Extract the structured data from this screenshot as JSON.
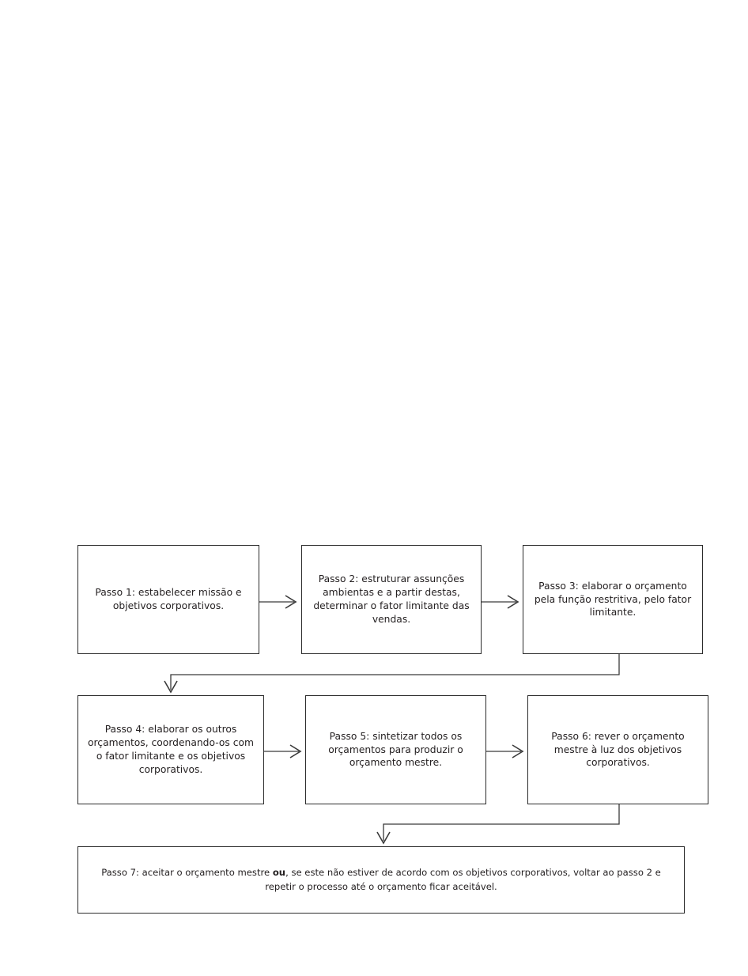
{
  "diagram": {
    "type": "flowchart",
    "orientation": "left-to-right, serpentine",
    "background_color": "#ffffff",
    "box_border_color": "#2b2b2b",
    "connector_color": "#3a3a3a",
    "text_color": "#231f20",
    "nodes": [
      {
        "id": "passo-1",
        "label": "Passo 1: estabelecer missão e objetivos corporativos.",
        "row": 1,
        "column": 1
      },
      {
        "id": "passo-2",
        "label": "Passo 2: estruturar assunções ambientas e a partir destas, determinar o fator limitante das vendas.",
        "row": 1,
        "column": 2
      },
      {
        "id": "passo-3",
        "label": "Passo 3: elaborar o orçamento pela função restritiva, pelo fator limitante.",
        "row": 1,
        "column": 3
      },
      {
        "id": "passo-4",
        "label": "Passo 4: elaborar os outros orçamentos, coordenando-os com o fator limitante e  os objetivos corporativos.",
        "row": 2,
        "column": 1
      },
      {
        "id": "passo-5",
        "label": "Passo 5: sintetizar todos os orçamentos para produzir o orçamento mestre.",
        "row": 2,
        "column": 2
      },
      {
        "id": "passo-6",
        "label": "Passo 6: rever o orçamento mestre à luz dos objetivos corporativos.",
        "row": 2,
        "column": 3
      },
      {
        "id": "passo-7",
        "row": 3,
        "column": 1,
        "label_part_1": "Passo 7: aceitar o orçamento mestre ",
        "label_emphasis": "ou",
        "label_part_2": ", se este não estiver de acordo com os objetivos corporativos, voltar ao passo 2 e repetir o processo até o orçamento ficar aceitável."
      }
    ],
    "connectors": [
      {
        "id": "c1",
        "from": "passo-1",
        "to": "passo-2",
        "style": "straight-horizontal-arrow"
      },
      {
        "id": "c2",
        "from": "passo-2",
        "to": "passo-3",
        "style": "straight-horizontal-arrow"
      },
      {
        "id": "c3",
        "from": "passo-3",
        "to": "passo-4",
        "style": "elbow-down-left-down-arrow"
      },
      {
        "id": "c4",
        "from": "passo-4",
        "to": "passo-5",
        "style": "straight-horizontal-arrow"
      },
      {
        "id": "c5",
        "from": "passo-5",
        "to": "passo-6",
        "style": "straight-horizontal-arrow"
      },
      {
        "id": "c6",
        "from": "passo-6",
        "to": "passo-7",
        "style": "elbow-down-left-down-arrow"
      }
    ]
  }
}
